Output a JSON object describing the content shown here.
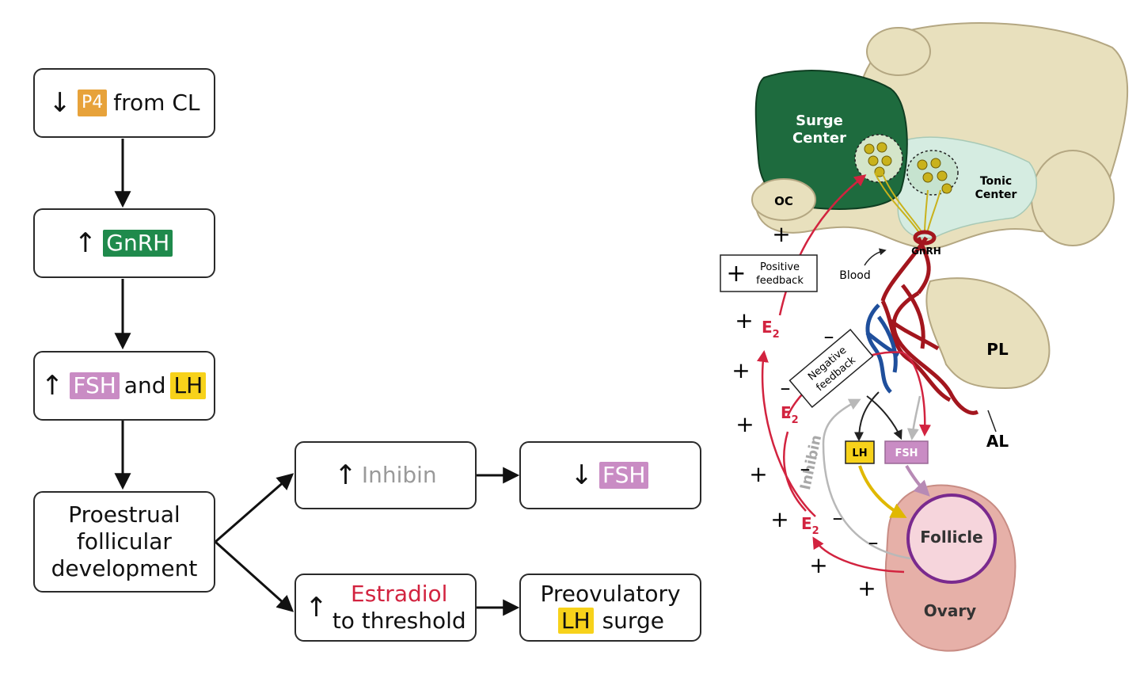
{
  "flowchart": {
    "box1": {
      "arrow": "↓",
      "p4": "P4",
      "text": "from CL"
    },
    "box2": {
      "arrow": "↑",
      "gnrh": "GnRH"
    },
    "box3": {
      "arrow": "↑",
      "fsh": "FSH",
      "and": "and",
      "lh": "LH"
    },
    "box4": {
      "line1": "Proestrual",
      "line2": "follicular",
      "line3": "development"
    },
    "box5": {
      "arrow": "↑",
      "text": "Inhibin"
    },
    "box6": {
      "arrow": "↓",
      "fsh": "FSH"
    },
    "box7": {
      "arrow": "↑",
      "line1": "Estradiol",
      "line2": "to threshold"
    },
    "box8": {
      "line1": "Preovulatory",
      "lh": "LH",
      "surge": "surge"
    }
  },
  "anatomy": {
    "surge_center_1": "Surge",
    "surge_center_2": "Center",
    "tonic_center_1": "Tonic",
    "tonic_center_2": "Center",
    "oc": "OC",
    "gnrh": "GnRH",
    "blood": "Blood",
    "pl": "PL",
    "al": "AL",
    "positive_feedback_1": "Positive",
    "positive_feedback_2": "feedback",
    "negative_feedback_1": "Negative",
    "negative_feedback_2": "feedback",
    "inhibin": "Inhibin",
    "lh": "LH",
    "fsh": "FSH",
    "follicle": "Follicle",
    "ovary": "Ovary",
    "e2": "E",
    "e2_sub": "2",
    "plus": "+",
    "minus": "–"
  },
  "colors": {
    "surge_green": "#1e6b3e",
    "hypothalamus_tan": "#e8e0bd",
    "tonic_mint": "#d5ece1",
    "vessel_red": "#a3161e",
    "vessel_blue": "#1f4f9c",
    "estradiol_red": "#d2233f",
    "ovary_pink": "#e6b0a8",
    "follicle_purple": "#7a2a8e",
    "lh_yellow": "#f7d21a",
    "fsh_pink": "#c98cc4"
  }
}
